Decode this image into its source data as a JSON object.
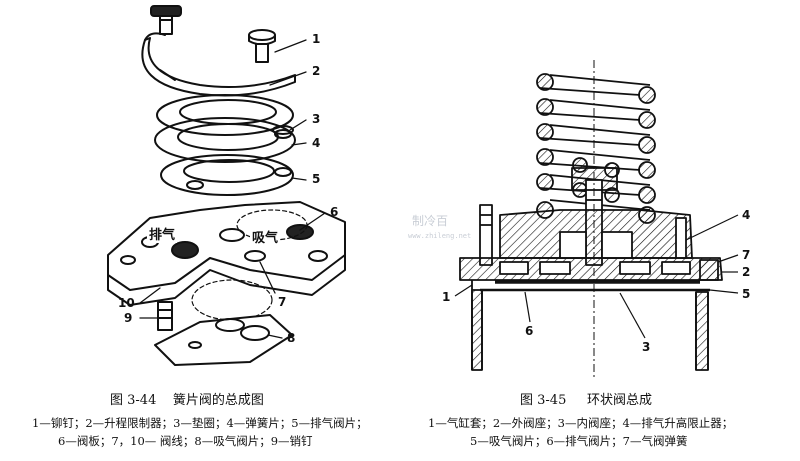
{
  "left_figure": {
    "caption_number": "图 3-44",
    "caption_title": "簧片阀的总成图",
    "legend_line1": "1—铆钉；2—升程限制器；3—垫圈；4—弹簧片；5—排气阀片；",
    "legend_line2": "6—阀板；7，10— 阀线；8—吸气阀片；9—销钉",
    "tag_exhaust": "排气",
    "tag_intake": "吸气",
    "callouts": [
      "1",
      "2",
      "3",
      "4",
      "5",
      "6",
      "7",
      "8",
      "9",
      "10"
    ]
  },
  "right_figure": {
    "caption_number": "图 3-45",
    "caption_title": "环状阀总成",
    "legend_line1": "1—气缸套；2—外阀座；3—内阀座；4—排气升高限止器；",
    "legend_line2": "5—吸气阀片；6—排气阀片；7—气阀弹簧",
    "callouts": [
      "1",
      "2",
      "3",
      "4",
      "5",
      "6",
      "7"
    ]
  },
  "watermark": {
    "text": "制冷百",
    "subtext": "www.zhileng.net"
  },
  "colors": {
    "ink": "#111111",
    "background": "#ffffff",
    "watermark": "#c9ced6"
  }
}
